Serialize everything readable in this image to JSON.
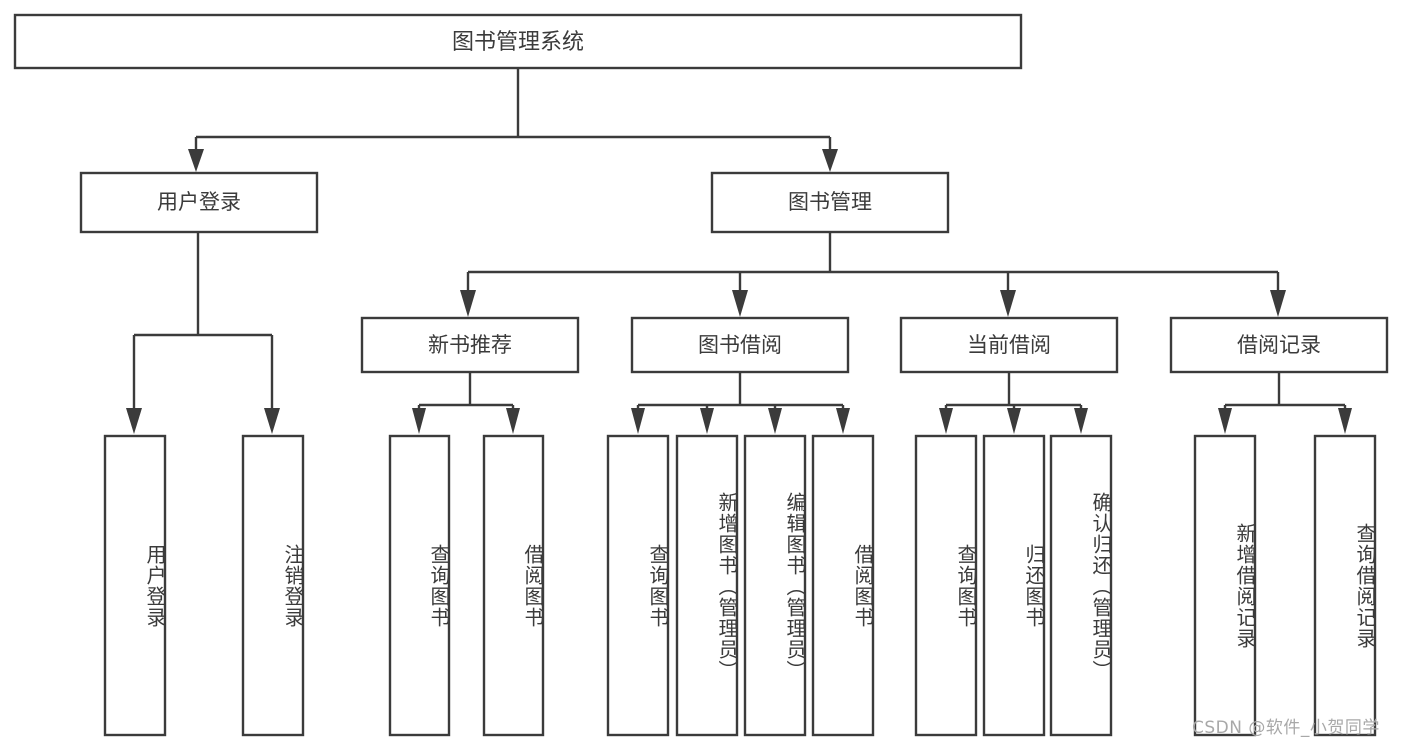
{
  "diagram": {
    "type": "tree-hierarchy-chart",
    "title_node": {
      "id": "root",
      "label": "图书管理系统"
    },
    "level2": [
      {
        "id": "user-login",
        "label": "用户登录"
      },
      {
        "id": "book-manage",
        "label": "图书管理"
      }
    ],
    "level3": [
      {
        "id": "new-book-rec",
        "label": "新书推荐"
      },
      {
        "id": "book-borrow",
        "label": "图书借阅"
      },
      {
        "id": "current-borrow",
        "label": "当前借阅"
      },
      {
        "id": "borrow-record",
        "label": "借阅记录"
      }
    ],
    "leaves": [
      {
        "id": "leaf-user-login",
        "label": "用户登录",
        "parent": "user-login"
      },
      {
        "id": "leaf-logout",
        "label": "注销登录",
        "parent": "user-login"
      },
      {
        "id": "leaf-query-book-1",
        "label": "查询图书",
        "parent": "new-book-rec"
      },
      {
        "id": "leaf-borrow-book-1",
        "label": "借阅图书",
        "parent": "new-book-rec"
      },
      {
        "id": "leaf-query-book-2",
        "label": "查询图书",
        "parent": "book-borrow"
      },
      {
        "id": "leaf-add-book",
        "label": "新增图书（管理员）",
        "parent": "book-borrow"
      },
      {
        "id": "leaf-edit-book",
        "label": "编辑图书（管理员）",
        "parent": "book-borrow"
      },
      {
        "id": "leaf-borrow-book-2",
        "label": "借阅图书",
        "parent": "book-borrow"
      },
      {
        "id": "leaf-query-book-3",
        "label": "查询图书",
        "parent": "current-borrow"
      },
      {
        "id": "leaf-return-book",
        "label": "归还图书",
        "parent": "current-borrow"
      },
      {
        "id": "leaf-confirm-return",
        "label": "确认归还（管理员）",
        "parent": "current-borrow"
      },
      {
        "id": "leaf-add-record",
        "label": "新增借阅记录",
        "parent": "borrow-record"
      },
      {
        "id": "leaf-query-record",
        "label": "查询借阅记录",
        "parent": "borrow-record"
      }
    ],
    "colors": {
      "stroke": "#3b3b3b",
      "fill": "#ffffff",
      "text": "#3b3b3b",
      "background": "#ffffff",
      "watermark": "#a8a8a8"
    }
  },
  "watermark": {
    "text": "CSDN @软件_小贺同学"
  }
}
